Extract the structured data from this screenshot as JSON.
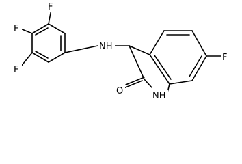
{
  "molecule": {
    "atoms": {
      "f_top_left": "F",
      "f_left": "F",
      "f_bottom_left": "F",
      "nh_amine": "NH",
      "f_right": "F",
      "o_carbonyl": "O",
      "nh_lactam": "NH"
    },
    "colors": {
      "bond": "#000000",
      "label": "#000000",
      "background": "#ffffff"
    }
  }
}
